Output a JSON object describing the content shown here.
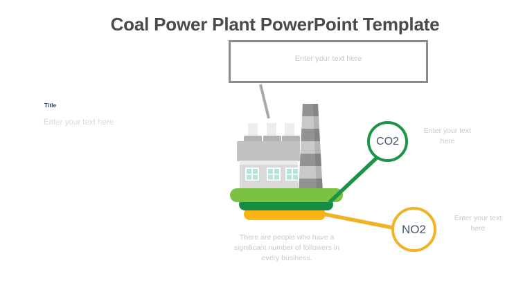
{
  "title": "Coal Power Plant PowerPoint Template",
  "top_textbox": {
    "placeholder": "Enter your text here"
  },
  "sidebar": {
    "title": "Title",
    "placeholder": "Enter your text here"
  },
  "labels": {
    "co2": "CO2",
    "no2": "NO2"
  },
  "callouts": {
    "co2_placeholder": "Enter your text here",
    "no2_placeholder": "Enter your text here"
  },
  "caption": "There are people who have a significant number of followers in every business.",
  "colors": {
    "co2-green": "#1B9448",
    "no2-yellow": "#F2B226",
    "platform-light-green": "#7CC242",
    "platform-dark-green": "#148C44",
    "platform-yellow": "#FCB415",
    "placeholder-gray": "#C9C9C9",
    "title-gray": "#4A4A4A",
    "navy": "#1F3864"
  }
}
